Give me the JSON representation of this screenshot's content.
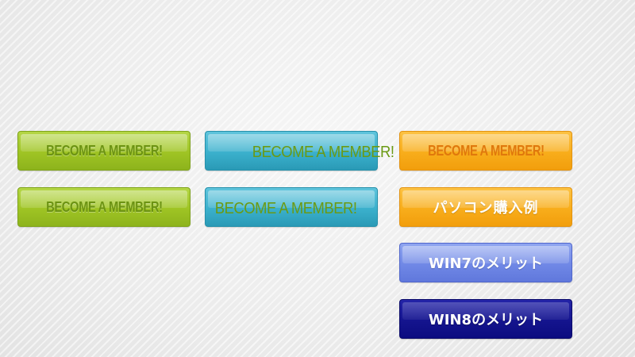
{
  "buttons": {
    "green_1": {
      "label": "BECOME A MEMBER!"
    },
    "green_2": {
      "label": "BECOME A MEMBER!"
    },
    "teal_1": {
      "label": "BECOME A MEMBER!"
    },
    "teal_2": {
      "label": "BECOME A MEMBER!"
    },
    "orange_1": {
      "label": "BECOME A MEMBER!"
    },
    "orange_2": {
      "label": "パソコン購入例"
    },
    "lightblue": {
      "label": "WIN7のメリット"
    },
    "navy": {
      "label": "WIN8のメリット"
    }
  },
  "colors": {
    "green": "#9fc424",
    "teal": "#3bb0cc",
    "orange": "#f8ad1b",
    "lightblue": "#7088e6",
    "navy": "#14148e",
    "background": "#eeeeee"
  }
}
